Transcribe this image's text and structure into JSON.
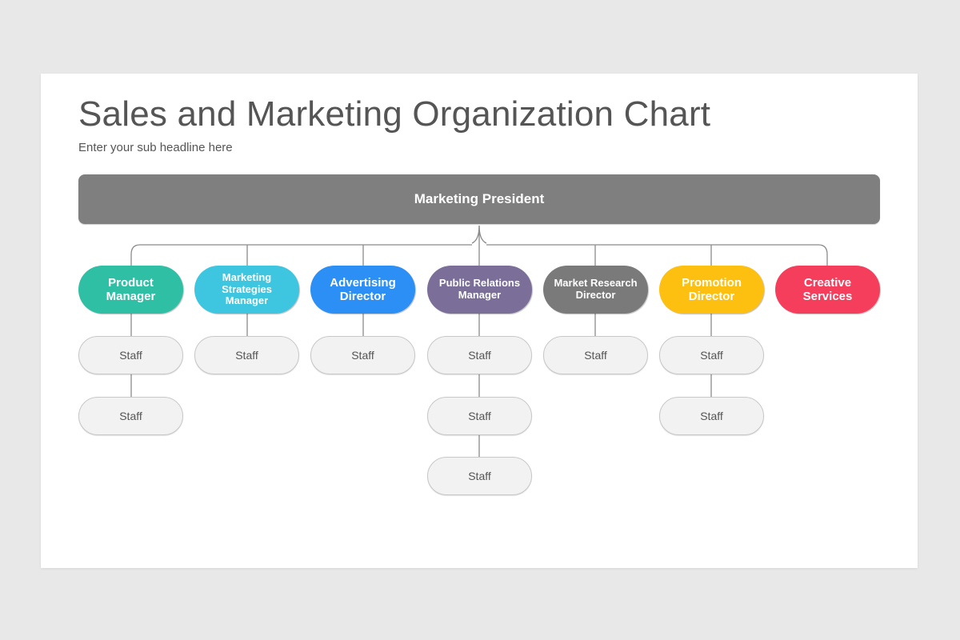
{
  "title": "Sales and Marketing Organization Chart",
  "subtitle": "Enter your sub headline here",
  "root": {
    "label": "Marketing President",
    "color": "#7f7f7f"
  },
  "departments": [
    {
      "label": "Product Manager",
      "color": "#2ebfa5",
      "staff": [
        "Staff",
        "Staff"
      ]
    },
    {
      "label": "Marketing Strategies Manager",
      "color": "#3ec6e0",
      "staff": [
        "Staff"
      ]
    },
    {
      "label": "Advertising Director",
      "color": "#2b8ff6",
      "staff": [
        "Staff"
      ]
    },
    {
      "label": "Public Relations Manager",
      "color": "#7b6f9a",
      "staff": [
        "Staff",
        "Staff",
        "Staff"
      ]
    },
    {
      "label": "Market Research Director",
      "color": "#7a7a7a",
      "staff": [
        "Staff"
      ]
    },
    {
      "label": "Promotion Director",
      "color": "#fdbf10",
      "staff": [
        "Staff",
        "Staff"
      ]
    },
    {
      "label": "Creative Services",
      "color": "#f53d5c",
      "staff": []
    }
  ]
}
